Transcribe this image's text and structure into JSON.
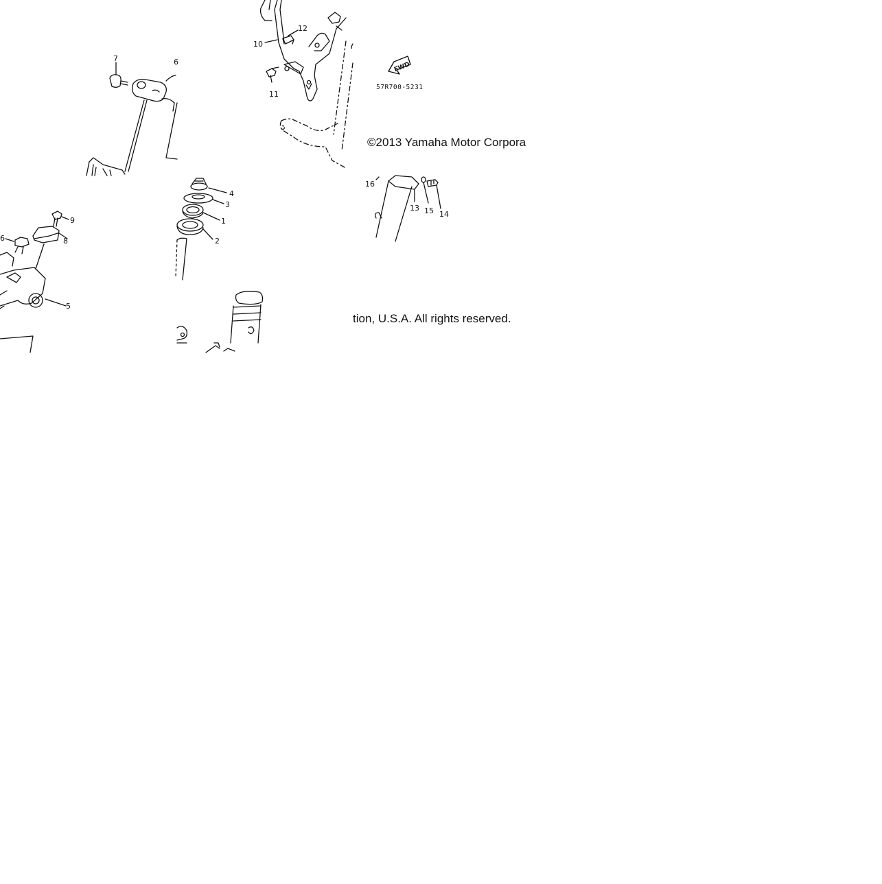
{
  "diagram": {
    "part_number": "57R700-5231",
    "direction_label": "FWD",
    "copyright_line_1": "©2013 Yamaha Motor Corpora",
    "copyright_line_2": "tion, U.S.A. All rights reserved.",
    "callouts": [
      "1",
      "2",
      "3",
      "4",
      "5",
      "6",
      "7",
      "8",
      "9",
      "10",
      "11",
      "12",
      "13",
      "14",
      "15",
      "16"
    ]
  }
}
